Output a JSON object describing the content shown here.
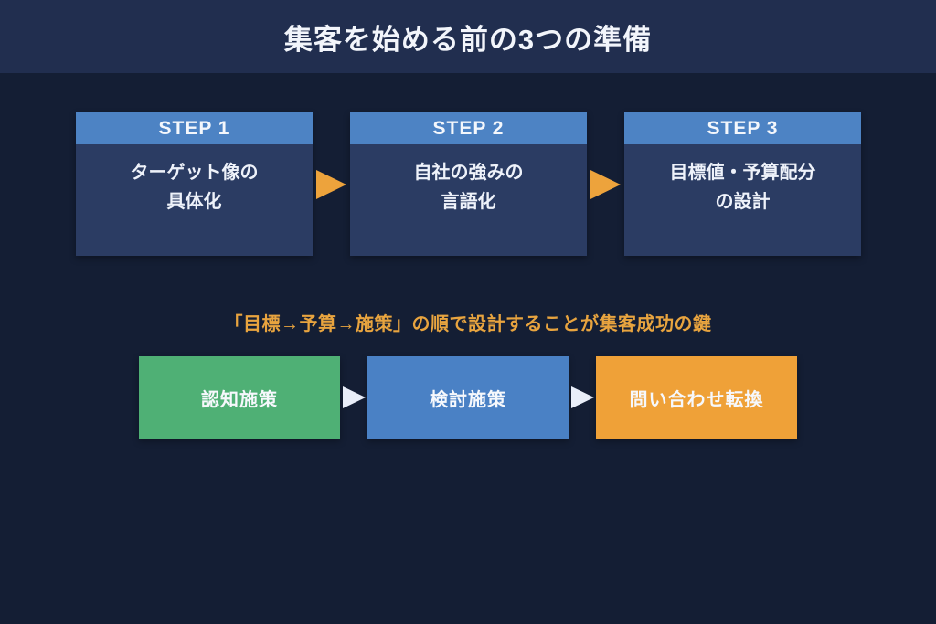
{
  "title": "集客を始める前の3つの準備",
  "steps": [
    {
      "label": "STEP 1",
      "line1": "ターゲット像の",
      "line2": "具体化"
    },
    {
      "label": "STEP 2",
      "line1": "自社の強みの",
      "line2": "言語化"
    },
    {
      "label": "STEP 3",
      "line1": "目標値・予算配分",
      "line2": "の設計"
    }
  ],
  "key_message": "「目標→予算→施策」の順で設計することが集客成功の鍵",
  "funnel": [
    {
      "label": "認知施策",
      "color": "#4fb075"
    },
    {
      "label": "検討施策",
      "color": "#4a81c5"
    },
    {
      "label": "問い合わせ転換",
      "color": "#efa138"
    }
  ],
  "colors": {
    "background": "#141e34",
    "title_band": "#212e4f",
    "step_header": "#4d83c4",
    "step_body": "#2b3c63",
    "accent_orange": "#eda33c",
    "key_message_text": "#e8a43f",
    "flow_arrow_white": "#e9eef9"
  }
}
